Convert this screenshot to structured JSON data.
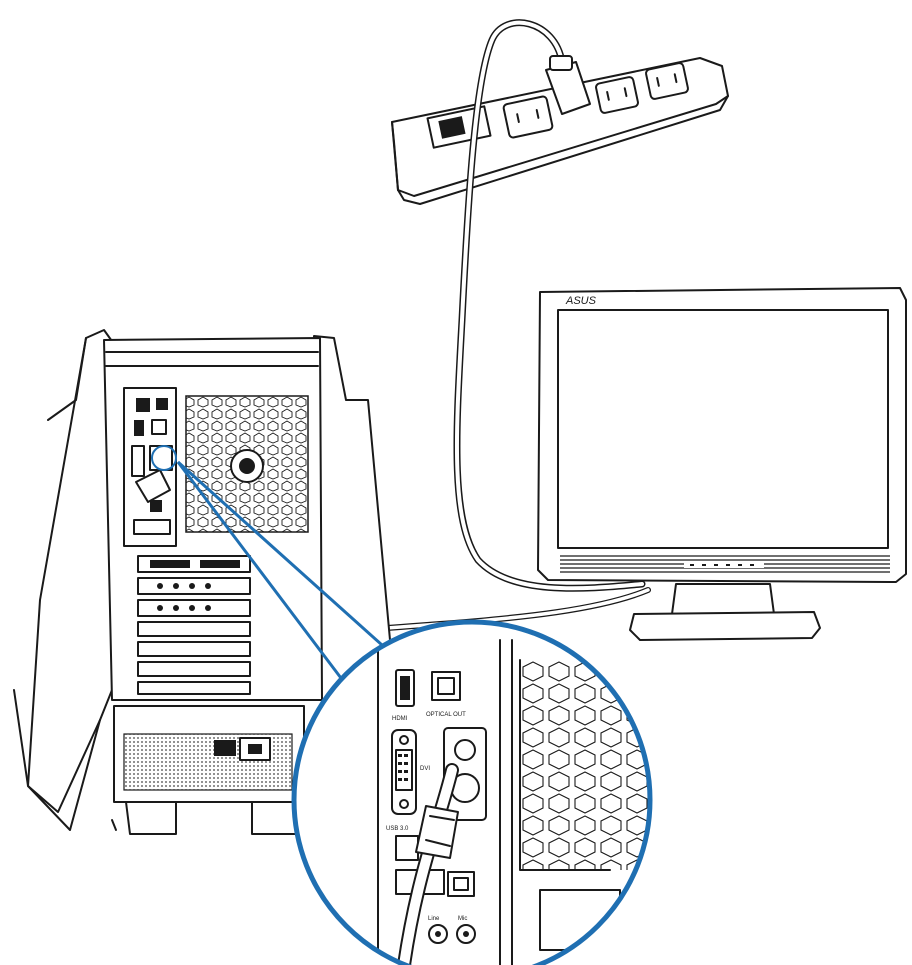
{
  "monitor": {
    "brand_label": "ASUS"
  },
  "magnified_port_labels": {
    "hdmi": "HDMI",
    "optical": "OPTICAL OUT",
    "dvi": "DVI",
    "usb": "USB 3.0",
    "audio_1": "Line",
    "audio_2": "Mic"
  },
  "colors": {
    "callout": "#1f6fb2",
    "line_art": "#1a1a1a",
    "background": "#ffffff"
  },
  "icons": [
    "power-strip",
    "power-plug",
    "monitor",
    "desktop-tower",
    "dvi-connector",
    "magnifier-callout"
  ]
}
